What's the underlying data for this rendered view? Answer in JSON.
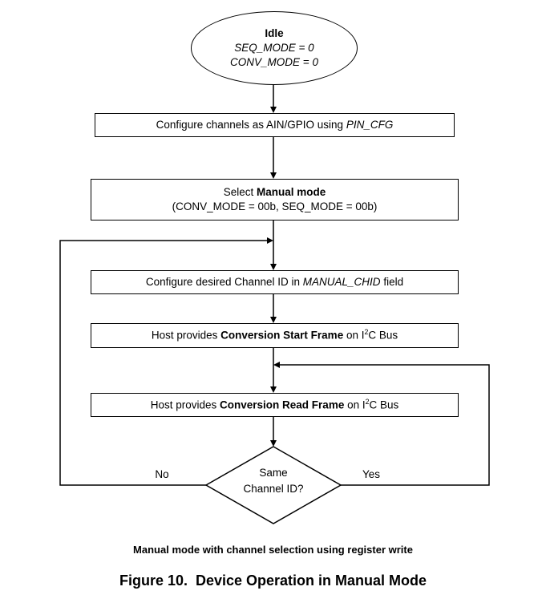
{
  "figure": {
    "caption": "Manual mode with channel selection using register write",
    "title": "Figure 10.  Device Operation in Manual Mode"
  },
  "nodes": {
    "idle": {
      "title": "Idle",
      "seq_mode": "SEQ_MODE = 0",
      "conv_mode": "CONV_MODE = 0"
    },
    "configure_channels": {
      "prefix": "Configure channels as AIN/GPIO using ",
      "register": "PIN_CFG"
    },
    "select_manual_mode": {
      "prefix": "Select ",
      "mode": "Manual mode",
      "line2": "(CONV_MODE = 00b, SEQ_MODE = 00b)"
    },
    "configure_channel_id": {
      "prefix": "Configure desired Channel ID in ",
      "register": "MANUAL_CHID",
      "suffix": " field"
    },
    "conversion_start": {
      "prefix": "Host provides ",
      "frame": "Conversion Start Frame",
      "mid": " on I",
      "sup": "2",
      "suffix": "C Bus"
    },
    "conversion_read": {
      "prefix": "Host provides ",
      "frame": "Conversion Read Frame",
      "mid": " on I",
      "sup": "2",
      "suffix": "C Bus"
    },
    "decision": {
      "line1": "Same",
      "line2": "Channel ID?"
    }
  },
  "edges": {
    "no_label": "No",
    "yes_label": "Yes"
  },
  "colors": {
    "line": "#000000",
    "background": "#ffffff"
  }
}
